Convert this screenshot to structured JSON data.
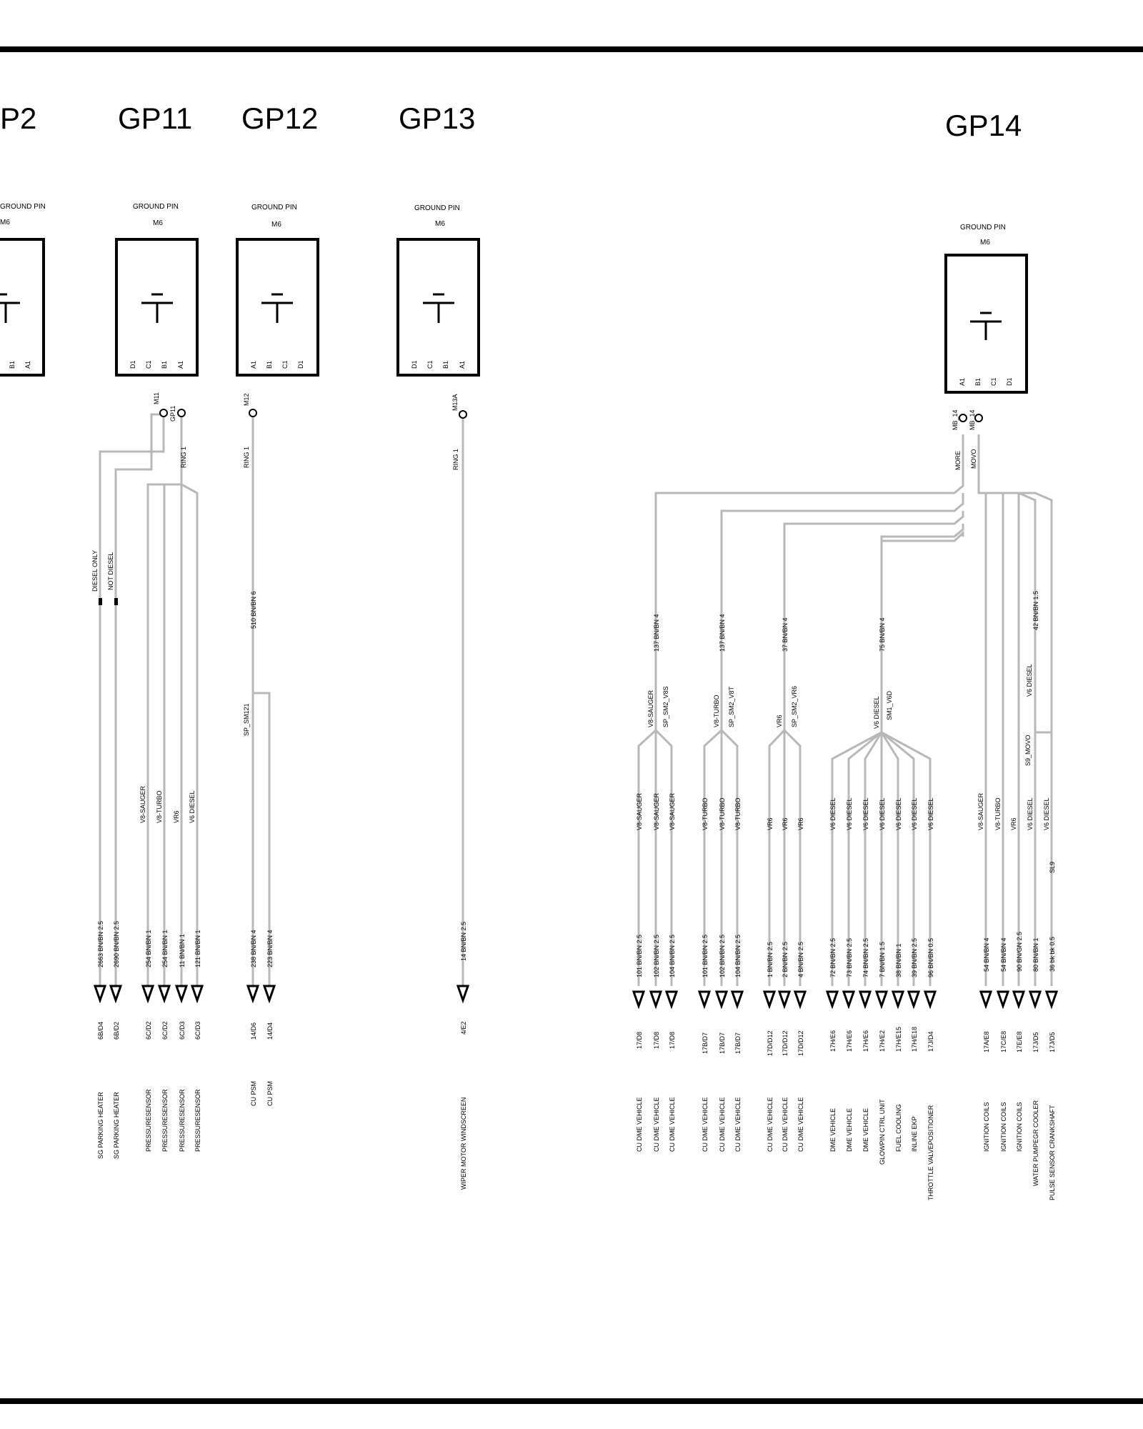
{
  "groups": [
    {
      "id": "GP2",
      "title": "P2",
      "pin_label": "GROUND PIN",
      "pin_size": "M6",
      "pins": [
        "B1",
        "A1"
      ]
    },
    {
      "id": "GP11",
      "title": "GP11",
      "pin_label": "GROUND PIN",
      "pin_size": "M6",
      "pins": [
        "D1",
        "C1",
        "B1",
        "A1"
      ],
      "connectors": [
        "M11",
        "GP11"
      ],
      "ring": "RING 1",
      "notes": [
        "DIESEL ONLY",
        "NOT DIESEL"
      ],
      "variants": [
        "V8-SAUGER",
        "V8-TURBO",
        "VR6",
        "V6 DIESEL"
      ],
      "wires": [
        "2663 BN/BN 2.5",
        "2690 BN/BN 2.5",
        "254 BN/BN 1",
        "254 BN/BN 1",
        "11 BN/BN 1",
        "121 BN/BN 1"
      ],
      "terminals": [
        "6B/D4",
        "6B/D2",
        "6C/D2",
        "6C/D2",
        "6C/D3",
        "6C/D3"
      ],
      "destinations": [
        "SG PARKING HEATER",
        "SG PARKING HEATER",
        "PRESSURESENSOR",
        "PRESSURESENSOR",
        "PRESSURESENSOR",
        "PRESSURESENSOR"
      ]
    },
    {
      "id": "GP12",
      "title": "GP12",
      "pin_label": "GROUND PIN",
      "pin_size": "M6",
      "pins": [
        "A1",
        "B1",
        "C1",
        "D1"
      ],
      "connectors": [
        "M12"
      ],
      "ring": "RING 1",
      "main_wire": "510 BN/BN 6",
      "splice": "SP_SM121",
      "wires": [
        "238 BN/BN 4",
        "223 BN/BN 4"
      ],
      "terminals": [
        "14/D6",
        "14/D4"
      ],
      "destinations": [
        "CU PSM",
        "CU PSM"
      ]
    },
    {
      "id": "GP13",
      "title": "GP13",
      "pin_label": "GROUND PIN",
      "pin_size": "M6",
      "pins": [
        "D1",
        "C1",
        "B1",
        "A1"
      ],
      "connectors": [
        "M13A"
      ],
      "ring": "RING 1",
      "wires": [
        "14 BN/BN 2.5"
      ],
      "terminals": [
        "4/E2"
      ],
      "destinations": [
        "WIPER MOTOR WINDSCREEN"
      ]
    },
    {
      "id": "GP14",
      "title": "GP14",
      "pin_label": "GROUND PIN",
      "pin_size": "M6",
      "pins": [
        "A1",
        "B1",
        "C1",
        "D1"
      ],
      "connectors": [
        "MB_14",
        "MB_14"
      ],
      "branches": [
        "MORE",
        "MOVO"
      ],
      "trunks": [
        {
          "wire": "137 BN/BN 4",
          "variant": "V8-SAUGER",
          "splice": "SP_SM2_V8S"
        },
        {
          "wire": "137 BN/BN 4",
          "variant": "V8-TURBO",
          "splice": "SP_SM2_V8T"
        },
        {
          "wire": "37 BN/BN 4",
          "variant": "VR6",
          "splice": "SP_SM2_VR6"
        },
        {
          "wire": "75 BN/BN 4",
          "variant": "V6 DIESEL",
          "splice": "SM1_V6D"
        },
        {
          "wire": "42 BN/BN 1.5",
          "variant": "V6 DIESEL",
          "splice": "S9_MOVO"
        }
      ],
      "sl_label": "SL9",
      "branch_groups": [
        {
          "variants": [
            "V8-SAUGER",
            "V8-SAUGER",
            "V8-SAUGER"
          ],
          "wires": [
            "101 BN/BN 2.5",
            "102 BN/BN 2.5",
            "104 BN/BN 2.5"
          ],
          "terminals": [
            "17/D8",
            "17/D8",
            "17/D8"
          ],
          "destinations": [
            "CU DME VEHICLE",
            "CU DME VEHICLE",
            "CU DME VEHICLE"
          ]
        },
        {
          "variants": [
            "V8-TURBO",
            "V8-TURBO",
            "V8-TURBO"
          ],
          "wires": [
            "101 BN/BN 2.5",
            "102 BN/BN 2.5",
            "104 BN/BN 2.5"
          ],
          "terminals": [
            "17B/D7",
            "17B/D7",
            "17B/D7"
          ],
          "destinations": [
            "CU DME VEHICLE",
            "CU DME VEHICLE",
            "CU DME VEHICLE"
          ]
        },
        {
          "variants": [
            "VR6",
            "VR6",
            "VR6"
          ],
          "wires": [
            "1 BN/BN 2.5",
            "2 BN/BN 2.5",
            "4 BN/BN 2.5"
          ],
          "terminals": [
            "17D/D12",
            "17D/D12",
            "17D/D12"
          ],
          "destinations": [
            "CU DME VEHICLE",
            "CU DME VEHICLE",
            "CU DME VEHICLE"
          ]
        },
        {
          "variants": [
            "V6 DIESEL",
            "V6 DIESEL",
            "V6 DIESEL",
            "V6 DIESEL",
            "V6 DIESEL",
            "V6 DIESEL",
            "V6 DIESEL"
          ],
          "wires": [
            "72 BN/BN 2.5",
            "73 BN/BN 2.5",
            "74 BN/BN 2.5",
            "7 BN/BN 1.5",
            "38 BN/BN 1",
            "39 BN/BN 2.5",
            "96 BN/BN 0.5"
          ],
          "terminals": [
            "17H/E6",
            "17H/E6",
            "17H/E6",
            "17H/E2",
            "17H/E15",
            "17H/E18",
            "17J/D4"
          ],
          "destinations": [
            "DME VEHICLE",
            "DME VEHICLE",
            "DME VEHICLE",
            "GLOWPIN CTRL UNIT",
            "FUEL COOLING",
            "INLINE EKP",
            "THROTTLE VALVEPOSITIONER"
          ]
        },
        {
          "variants": [
            "V8-SAUGER",
            "V8-TURBO",
            "VR6",
            "V6 DIESEL",
            "V6 DIESEL"
          ],
          "wires": [
            "54 BN/BN 4",
            "54 BN/BN 4",
            "90 BN/GN 2.5",
            "80 BN/BN 1",
            "36 bk bk 0.5"
          ],
          "terminals": [
            "17A/E8",
            "17C/E8",
            "17E/E8",
            "17J/D5",
            "17J/D5"
          ],
          "destinations": [
            "IGNITION COILS",
            "IGNITION COILS",
            "IGNITION COILS",
            "WATER PUMPEGR COOLER",
            "PULSE SENSOR CRANKSHAFT"
          ]
        }
      ]
    }
  ]
}
